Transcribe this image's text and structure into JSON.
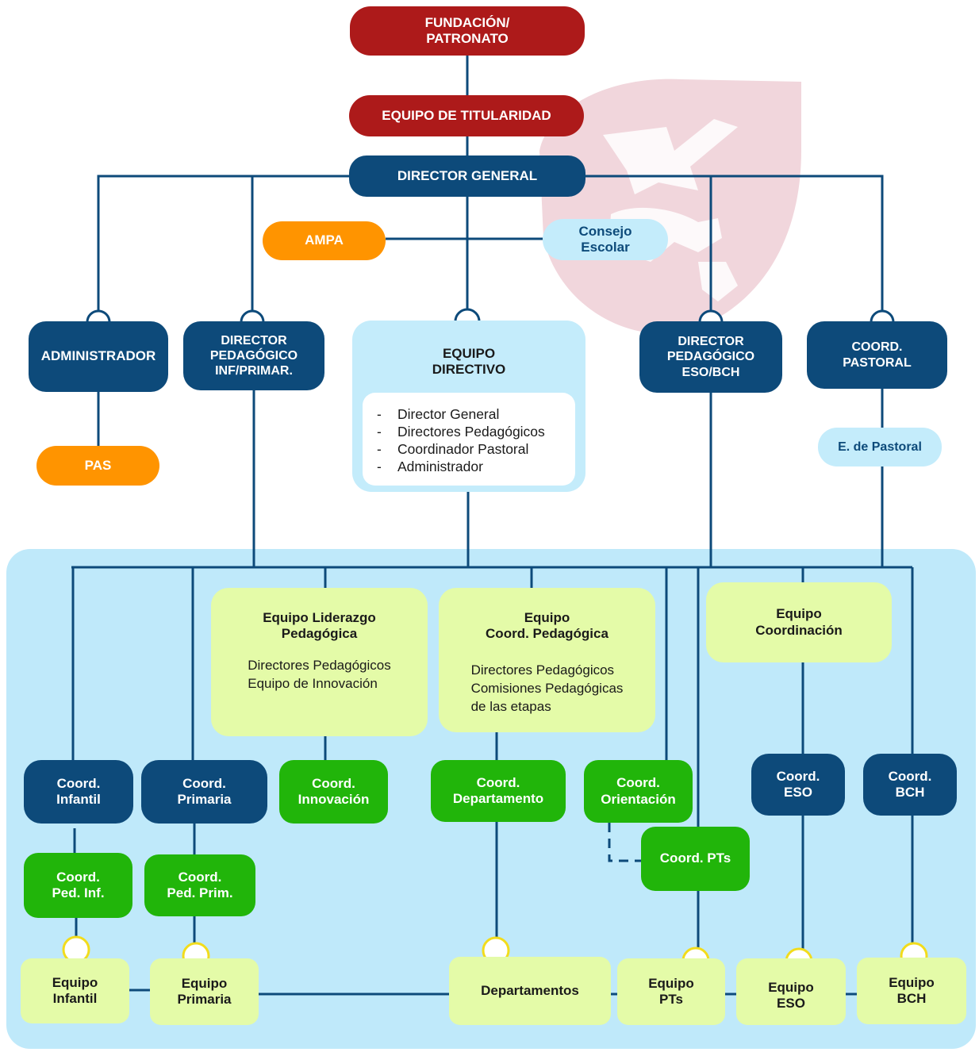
{
  "colors": {
    "red": "#ad1a1a",
    "navy": "#0d4a7a",
    "orange": "#ff9400",
    "light_blue": "#c4ecfb",
    "green": "#21b50a",
    "light_green": "#e4fba8",
    "panel_blue": "#bfe9fa",
    "line": "#0d4a7a",
    "yellow_ring": "#f2dc1c"
  },
  "watermark": {
    "icon": "globe-cross-logo-icon",
    "color": "#f1d6dc"
  },
  "top": {
    "fundacion": [
      "FUNDACIÓN/",
      "PATRONATO"
    ],
    "equipo_titularidad": "EQUIPO DE TITULARIDAD",
    "director_general": "DIRECTOR GENERAL",
    "ampa": "AMPA",
    "consejo_escolar": [
      "Consejo",
      "Escolar"
    ]
  },
  "middle": {
    "administrador": "ADMINISTRADOR",
    "pas": "PAS",
    "director_inf_primar": [
      "DIRECTOR",
      "PEDAGÓGICO",
      "INF/PRIMAR."
    ],
    "equipo_directivo": {
      "title": [
        "EQUIPO",
        "DIRECTIVO"
      ],
      "members": [
        "Director General",
        "Directores Pedagógicos",
        "Coordinador Pastoral",
        "Administrador"
      ]
    },
    "director_eso_bch": [
      "DIRECTOR",
      "PEDAGÓGICO",
      "ESO/BCH"
    ],
    "coord_pastoral": [
      "COORD.",
      "PASTORAL"
    ],
    "e_pastoral": "E. de Pastoral"
  },
  "bottom": {
    "liderazgo": {
      "title": [
        "Equipo Liderazgo",
        "Pedagógica"
      ],
      "body": [
        "Directores Pedagógicos",
        "Equipo de Innovación"
      ]
    },
    "coord_pedagogica": {
      "title": [
        "Equipo",
        "Coord. Pedagógica"
      ],
      "body": [
        "Directores Pedagógicos",
        "Comisiones Pedagógicas",
        "de las etapas"
      ]
    },
    "equipo_coordinacion": [
      "Equipo",
      "Coordinación"
    ],
    "coord_infantil": [
      "Coord.",
      "Infantil"
    ],
    "coord_primaria": [
      "Coord.",
      "Primaria"
    ],
    "coord_innovacion": [
      "Coord.",
      "Innovación"
    ],
    "coord_departamento": [
      "Coord.",
      "Departamento"
    ],
    "coord_orientacion": [
      "Coord.",
      "Orientación"
    ],
    "coord_eso": [
      "Coord.",
      "ESO"
    ],
    "coord_bch": [
      "Coord.",
      "BCH"
    ],
    "coord_ped_inf": [
      "Coord.",
      "Ped. Inf."
    ],
    "coord_ped_prim": [
      "Coord.",
      "Ped. Prim."
    ],
    "coord_pts": "Coord. PTs",
    "equipo_infantil": [
      "Equipo",
      "Infantil"
    ],
    "equipo_primaria": [
      "Equipo",
      "Primaria"
    ],
    "departamentos": "Departamentos",
    "equipo_pts": [
      "Equipo",
      "PTs"
    ],
    "equipo_eso": [
      "Equipo",
      "ESO"
    ],
    "equipo_bch": [
      "Equipo",
      "BCH"
    ]
  }
}
